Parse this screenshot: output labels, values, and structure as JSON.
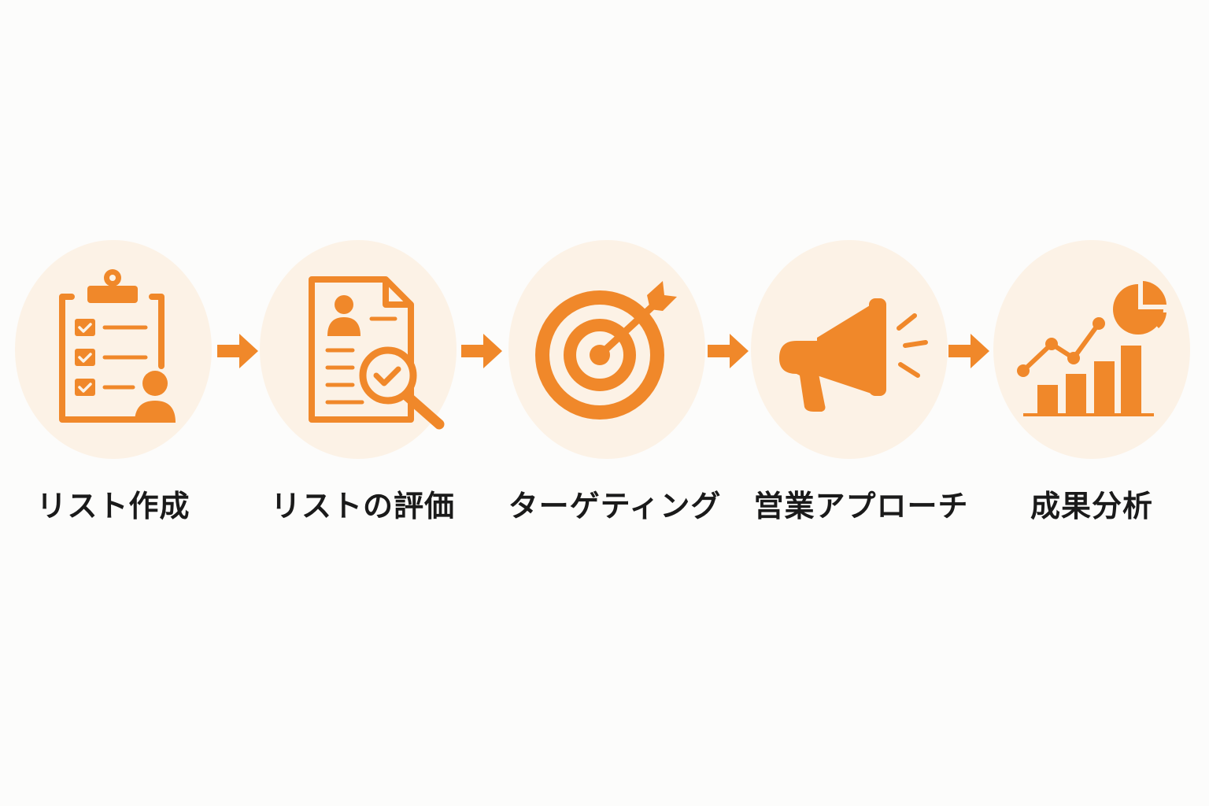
{
  "accent_color": "#f0882a",
  "circle_color": "#fcf2e6",
  "steps": [
    {
      "label": "リスト作成",
      "icon": "clipboard-checklist-person-icon"
    },
    {
      "label": "リストの評価",
      "icon": "document-magnifier-check-icon"
    },
    {
      "label": "ターゲティング",
      "icon": "target-arrow-icon"
    },
    {
      "label": "営業アプローチ",
      "icon": "megaphone-icon"
    },
    {
      "label": "成果分析",
      "icon": "bar-line-pie-chart-icon"
    }
  ]
}
